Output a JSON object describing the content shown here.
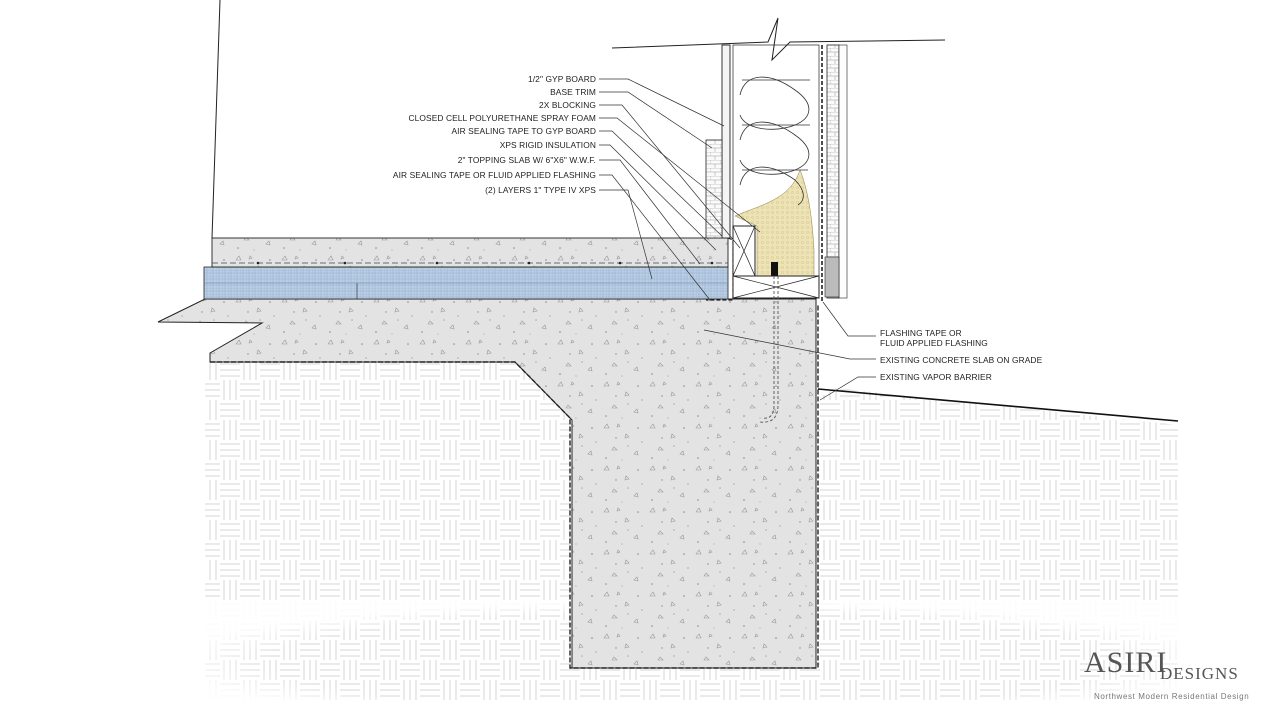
{
  "callouts_left": [
    "1/2\" GYP BOARD",
    "BASE TRIM",
    "2X BLOCKING",
    "CLOSED CELL POLYURETHANE SPRAY FOAM",
    "AIR SEALING TAPE TO GYP BOARD",
    "XPS RIGID INSULATION",
    "2\" TOPPING SLAB W/ 6\"X6\" W.W.F.",
    "AIR SEALING TAPE OR FLUID APPLIED FLASHING",
    "(2) LAYERS 1\" TYPE IV XPS"
  ],
  "callouts_right": {
    "flashing_line1": "FLASHING TAPE OR",
    "flashing_line2": "FLUID APPLIED FLASHING",
    "slab": "EXISTING CONCRETE SLAB ON GRADE",
    "vapor": "EXISTING VAPOR BARRIER"
  },
  "brand": {
    "name": "ASIRI",
    "sub": "DESIGNS",
    "tagline": "Northwest Modern Residential Design"
  },
  "colors": {
    "concrete": "#e2e2e2",
    "xps": "#b8cce4",
    "spray_foam": "#ede3b4",
    "soil_pattern": "#d9d9d9",
    "line": "#222222"
  }
}
